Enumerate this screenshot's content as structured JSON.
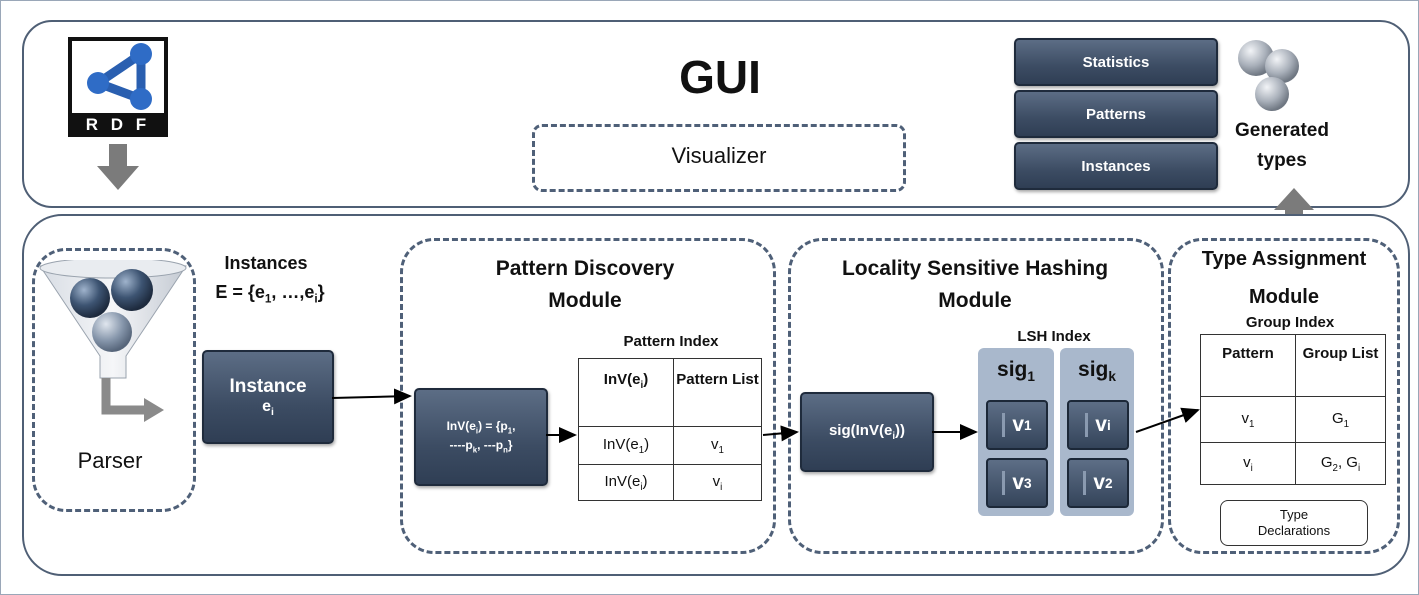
{
  "gui": {
    "title": "GUI",
    "visualizer": "Visualizer",
    "stack_buttons": [
      "Statistics",
      "Patterns",
      "Instances"
    ],
    "generated_types_line1": "Generated",
    "generated_types_line2": "types"
  },
  "rdf_logo_text": "R D F",
  "parser_label": "Parser",
  "instances": {
    "label": "Instances",
    "set_prefix": "E = {e",
    "set_mid": ", …,e",
    "set_suffix": "}",
    "sub1": "1",
    "subi": "i"
  },
  "instance_box": {
    "line1": "Instance",
    "line2": "e",
    "sub": "i"
  },
  "pattern_module": {
    "title_line1": "Pattern Discovery",
    "title_line2": "Module",
    "box_text_a": "InV(e",
    "box_text_b": ") = {p",
    "box_text_c": ",",
    "box_text_d": "----p",
    "box_text_e": ", ---p",
    "box_text_f": "}",
    "index_title": "Pattern Index",
    "headers": [
      "InV(e",
      "Pattern List"
    ],
    "rows": [
      [
        "InV(e",
        "v"
      ],
      [
        "InV(e",
        "v"
      ]
    ],
    "row_subs": [
      [
        "1",
        "1"
      ],
      [
        "i",
        "i"
      ]
    ]
  },
  "lsh_module": {
    "title_line1": "Locality Sensitive Hashing",
    "title_line2": "Module",
    "sig_box": "sig(InV(e",
    "sig_box_end": "))",
    "index_title": "LSH Index",
    "col1": "sig",
    "col1_sub": "1",
    "col2": "sig",
    "col2_sub": "k",
    "cells": [
      [
        "v",
        "1"
      ],
      [
        "v",
        "i"
      ],
      [
        "v",
        "3"
      ],
      [
        "v",
        "2"
      ]
    ]
  },
  "type_module": {
    "title_line1": "Type Assignment",
    "title_line2": "Module",
    "index_title": "Group Index",
    "headers": [
      "Pattern",
      "Group List"
    ],
    "rows": [
      [
        "v",
        "1",
        "G",
        "1"
      ],
      [
        "v",
        "i",
        "G",
        "2, G"
      ]
    ],
    "row2_tail_sub": "i",
    "declarations": "Type Declarations"
  }
}
